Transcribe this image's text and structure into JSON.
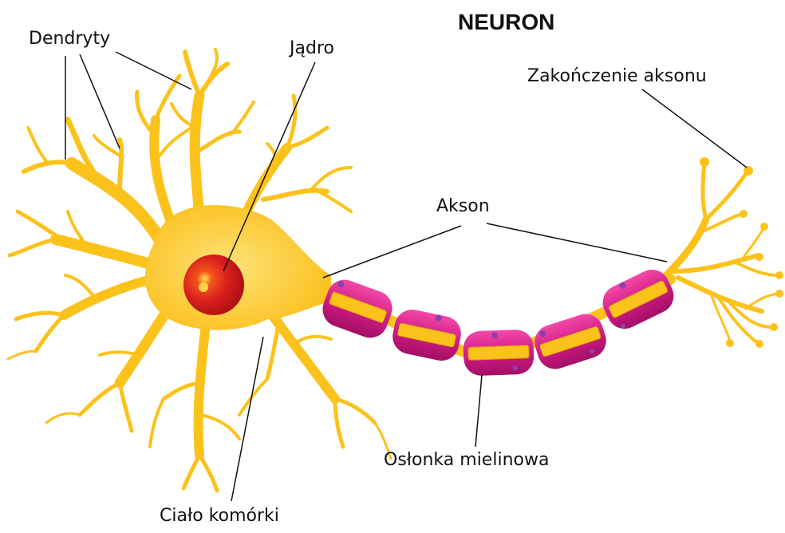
{
  "title": "NEURON",
  "labels": {
    "dendrites": "Dendryty",
    "nucleus": "Jądro",
    "axon_terminal": "Zakończenie aksonu",
    "axon": "Akson",
    "myelin_sheath": "Osłonka mielinowa",
    "cell_body": "Ciało komórki"
  },
  "colors": {
    "neuron_body": "#fcc21c",
    "neuron_light": "#fde37a",
    "nucleus": "#d71e1e",
    "nucleus_highlight": "#ffe14a",
    "myelin": "#c8137a",
    "myelin_light": "#f24aa8",
    "myelin_dot": "#8d3fb0",
    "leader_line": "#111111"
  }
}
